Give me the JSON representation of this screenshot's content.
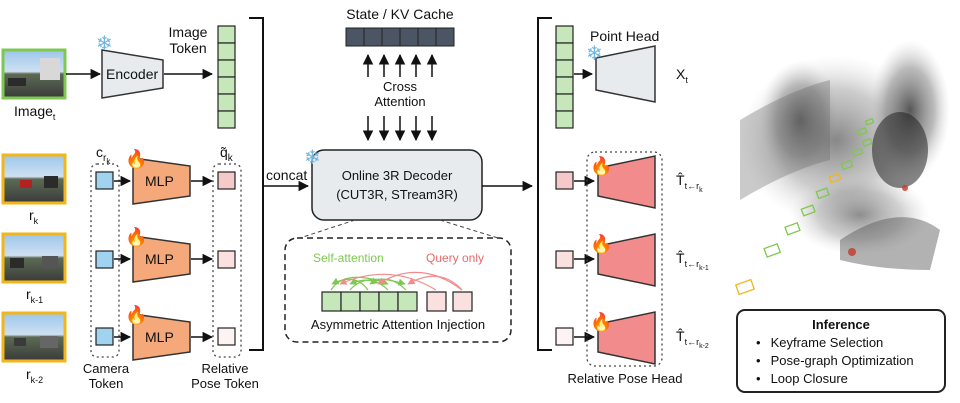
{
  "inputs": {
    "image_t": "Image",
    "image_t_sub": "t",
    "r_k": "r",
    "r_k_sub": "k",
    "r_k1_sub": "k-1",
    "r_k2_sub": "k-2",
    "camera_token": [
      "Camera",
      "Token"
    ],
    "c_r": "c",
    "c_r_sub": "r",
    "c_r_subsub": "k"
  },
  "encoder": {
    "label": "Encoder"
  },
  "image_token": [
    "Image",
    "Token"
  ],
  "mlp": {
    "label": "MLP"
  },
  "relative_pose_token": [
    "Relative",
    "Pose Token"
  ],
  "q_k": "q̃",
  "q_k_sub": "k",
  "concat": "concat",
  "state_cache": "State / KV Cache",
  "cross_attention": [
    "Cross",
    "Attention"
  ],
  "decoder": {
    "title": "Online 3R Decoder",
    "subtitle": "(CUT3R, STream3R)"
  },
  "attention": {
    "self": "Self-attention",
    "query": "Query only",
    "caption": "Asymmetric Attention Injection"
  },
  "point_head": "Point Head",
  "x_t": "X",
  "x_t_sub": "t",
  "t_hat": "T̂",
  "t_sub_prefix": "t←r",
  "pose_head": "Relative Pose Head",
  "inference": {
    "title": "Inference",
    "items": [
      "Keyframe Selection",
      "Pose-graph Optimization",
      "Loop Closure"
    ]
  },
  "colors": {
    "green_frame": "#7ec850",
    "orange_frame": "#f2b619",
    "mlp_fill": "#f5a87a",
    "head_fill": "#f28c8c",
    "token_green": "#c6e7b9",
    "token_blue": "#9fd3ef",
    "token_pink": "#f6c9c9",
    "cache": "#4b5563"
  }
}
